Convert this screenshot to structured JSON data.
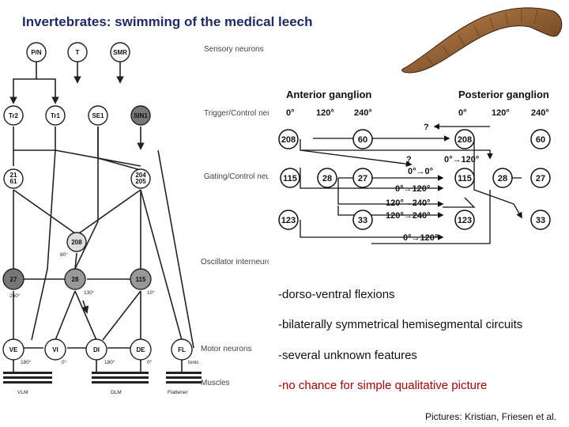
{
  "title": "Invertebrates: swimming of the medical leech",
  "left_diagram": {
    "categories": [
      "Sensory neurons",
      "Trigger/Control neurons",
      "Gating/Control neurons",
      "Oscillator interneurons",
      "Motor neurons",
      "Muscles"
    ],
    "neurons": {
      "pn": "P/N",
      "t": "T",
      "smr": "SMR",
      "tr2": "Tr2",
      "tr1": "Tr1",
      "se1": "SE1",
      "sin1": "SIN1",
      "n2161": "21\n61",
      "n204": "204\n205",
      "n208": "208",
      "n27": "27",
      "n28": "28",
      "n115": "115",
      "ve": "VE",
      "vi": "VI",
      "di": "DI",
      "de": "DE",
      "fl": "FL"
    },
    "phase_labels": [
      "80°",
      "260°",
      "130°",
      "10°",
      "180°",
      "0°",
      "180°",
      "0°"
    ],
    "tonic": "tonic",
    "muscles": [
      "VLM",
      "DLM",
      "Flattener"
    ]
  },
  "right_diagram": {
    "anterior": "Anterior ganglion",
    "posterior": "Posterior ganglion",
    "phases": [
      "0°",
      "120°",
      "240°"
    ],
    "anterior_neurons": [
      "208",
      "60",
      "115",
      "28",
      "27",
      "123",
      "33"
    ],
    "posterior_neurons": [
      "208",
      "60",
      "115",
      "28",
      "27",
      "123",
      "33"
    ],
    "connection_labels": [
      "?",
      "?",
      "0°→120°",
      "0°→0°",
      "0°→120°",
      "120°→240°",
      "120°→240°",
      "0°→120°"
    ]
  },
  "bullets": [
    "-dorso-ventral flexions",
    "-bilaterally symmetrical hemisegmental circuits",
    "-several unknown features",
    "-no chance for simple qualitative picture"
  ],
  "credit": "Pictures: Kristian, Friesen et al.",
  "colors": {
    "title": "#1f2a6b",
    "red_text": "#b00000",
    "leech": "#8a5a2b"
  }
}
